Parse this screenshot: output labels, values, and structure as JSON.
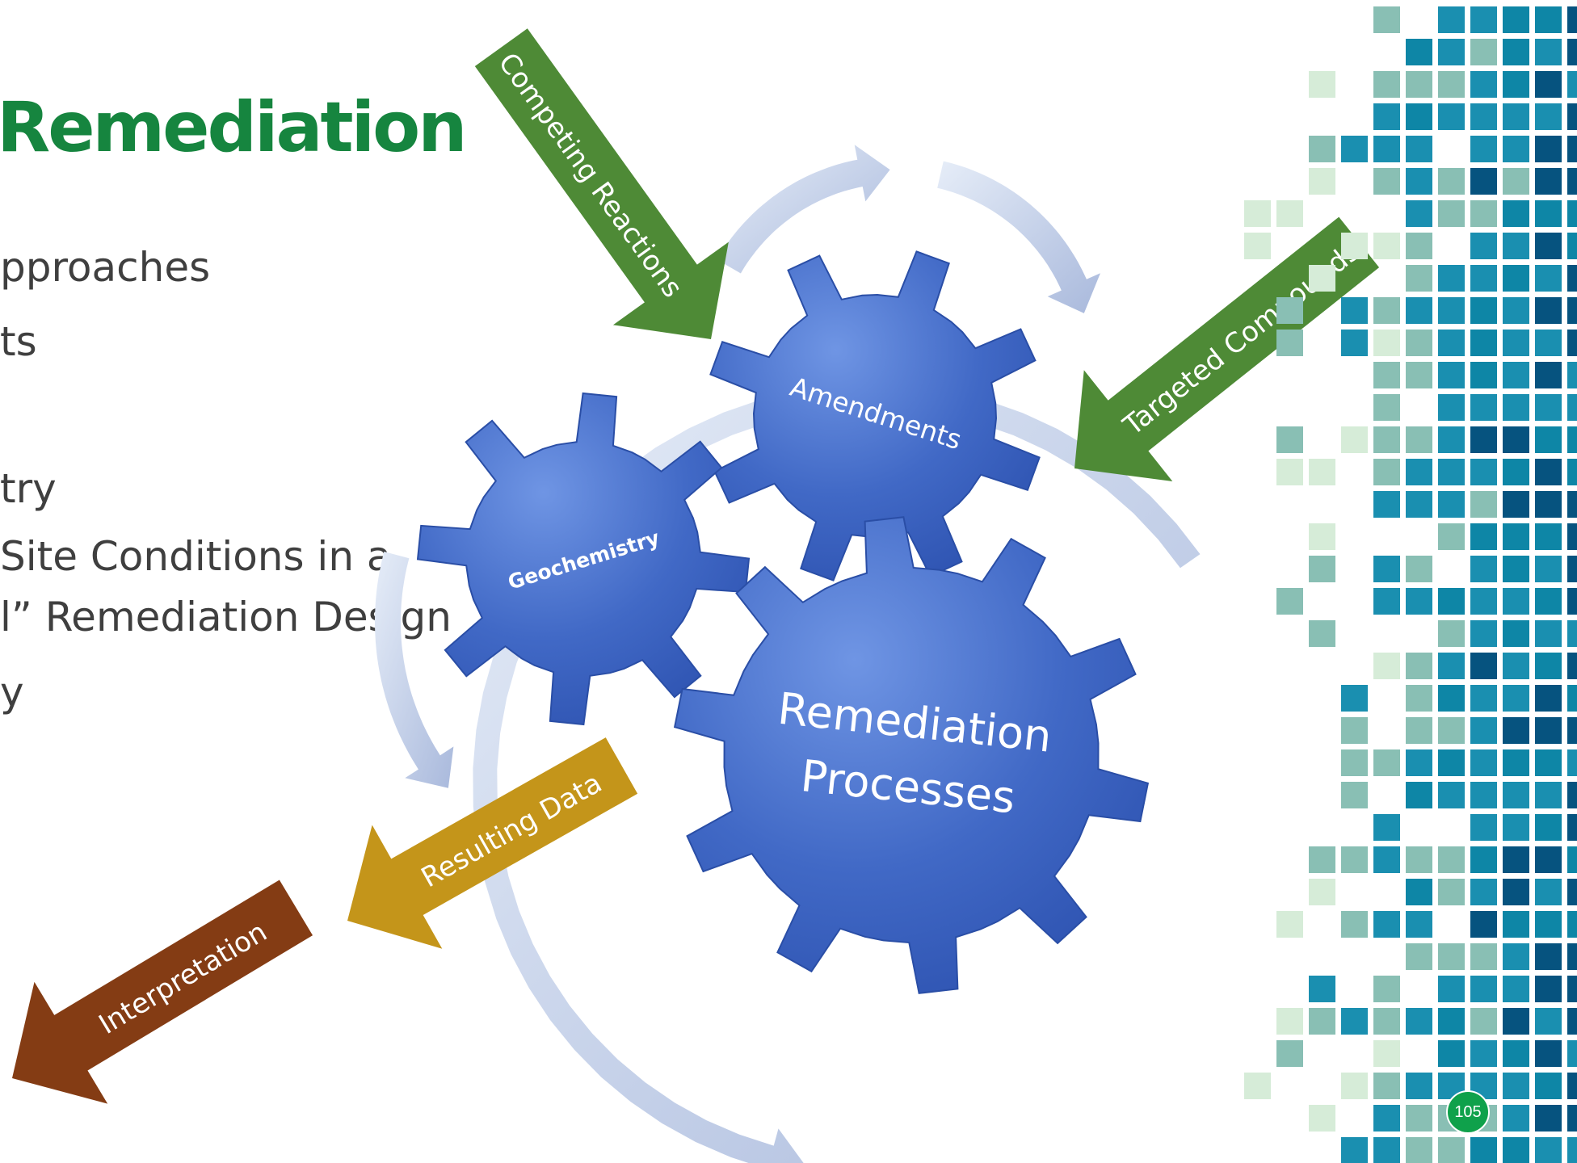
{
  "slide": {
    "title": "Remediation",
    "bullets": [
      "pproaches",
      "ts",
      "try",
      "Site Conditions in a",
      "l” Remediation Design",
      "y"
    ],
    "page_number": "105"
  },
  "diagram": {
    "gears": {
      "amendments": "Amendments",
      "geochemistry": "Geochemistry",
      "remediation_line1": "Remediation",
      "remediation_line2": "Processes"
    },
    "arrows": {
      "competing_reactions": "Competing Reactions",
      "targeted_compounds": "Targeted Compounds",
      "resulting_data": "Resulting Data",
      "interpretation": "Interpretation"
    }
  },
  "colors": {
    "title_green": "#16853f",
    "body_text": "#3f3f3f",
    "gear_blue": "#4169c6",
    "arrow_green": "#4e8a36",
    "arrow_gold": "#c4951a",
    "arrow_brown": "#843c14",
    "cycle_arrow": "#b4c3e1",
    "tile_palette": [
      "#d6ecd8",
      "#89bfb4",
      "#0e86a6",
      "#06537f",
      "#1a8fb0"
    ]
  }
}
